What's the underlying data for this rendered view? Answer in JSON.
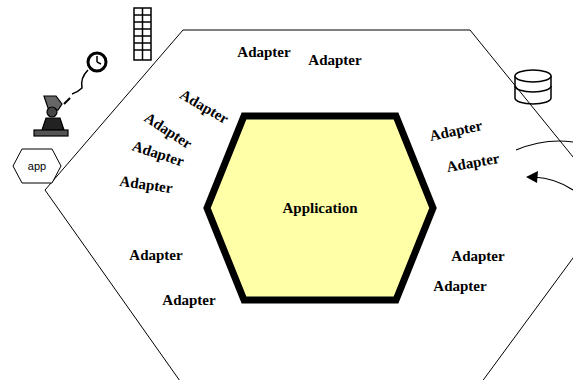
{
  "diagram": {
    "nodes": [
      {
        "text": [
          "Adapter",
          "Adapter",
          "Adapter",
          "Adapter",
          "Adapter",
          "Adapter",
          "Adapter",
          "Adapter",
          "Adapter",
          "Adapter",
          "Adapter",
          "Adapter"
        ]
      },
      {
        "text": [
          "Application"
        ],
        "in": 0
      },
      {
        "text": [
          "app"
        ]
      }
    ]
  }
}
